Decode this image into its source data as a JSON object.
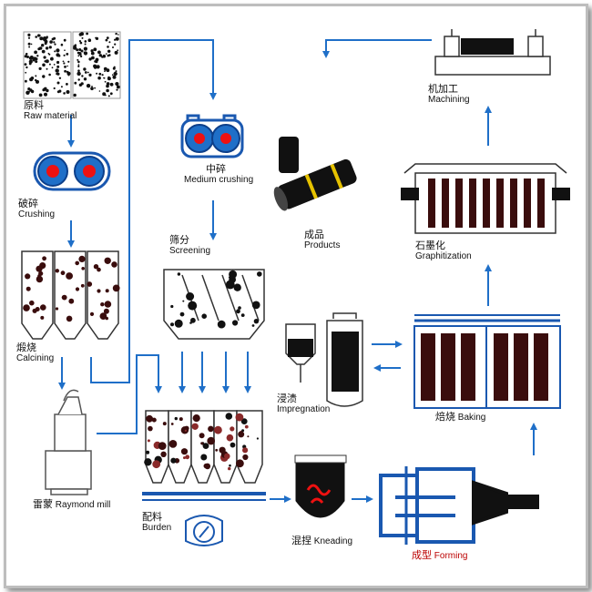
{
  "steps": {
    "raw_material": {
      "zh": "原料",
      "en": "Raw material"
    },
    "crushing": {
      "zh": "破碎",
      "en": "Crushing"
    },
    "calcining": {
      "zh": "煅烧",
      "en": "Calcining"
    },
    "raymond_mill": {
      "zh": "雷蒙",
      "en": "Raymond mill"
    },
    "medium_crushing": {
      "zh": "中碎",
      "en": "Medium crushing"
    },
    "screening": {
      "zh": "筛分",
      "en": "Screening"
    },
    "burden": {
      "zh": "配料",
      "en": "Burden"
    },
    "kneading": {
      "zh": "混捏",
      "en": "Kneading"
    },
    "forming": {
      "zh": "成型",
      "en": "Forming"
    },
    "impregnation": {
      "zh": "浸渍",
      "en": "Impregnation"
    },
    "baking": {
      "zh": "焙烧",
      "en": "Baking"
    },
    "graphitization": {
      "zh": "石墨化",
      "en": "Graphitization"
    },
    "machining": {
      "zh": "机加工",
      "en": "Machining"
    },
    "products": {
      "zh": "成品",
      "en": "Products"
    }
  },
  "colors": {
    "arrow": "#1f6fc8",
    "equipment_outline": "#1a58b0",
    "carbon": "#3a0d0d",
    "crusher_red": "#ee1111",
    "black": "#111111"
  }
}
